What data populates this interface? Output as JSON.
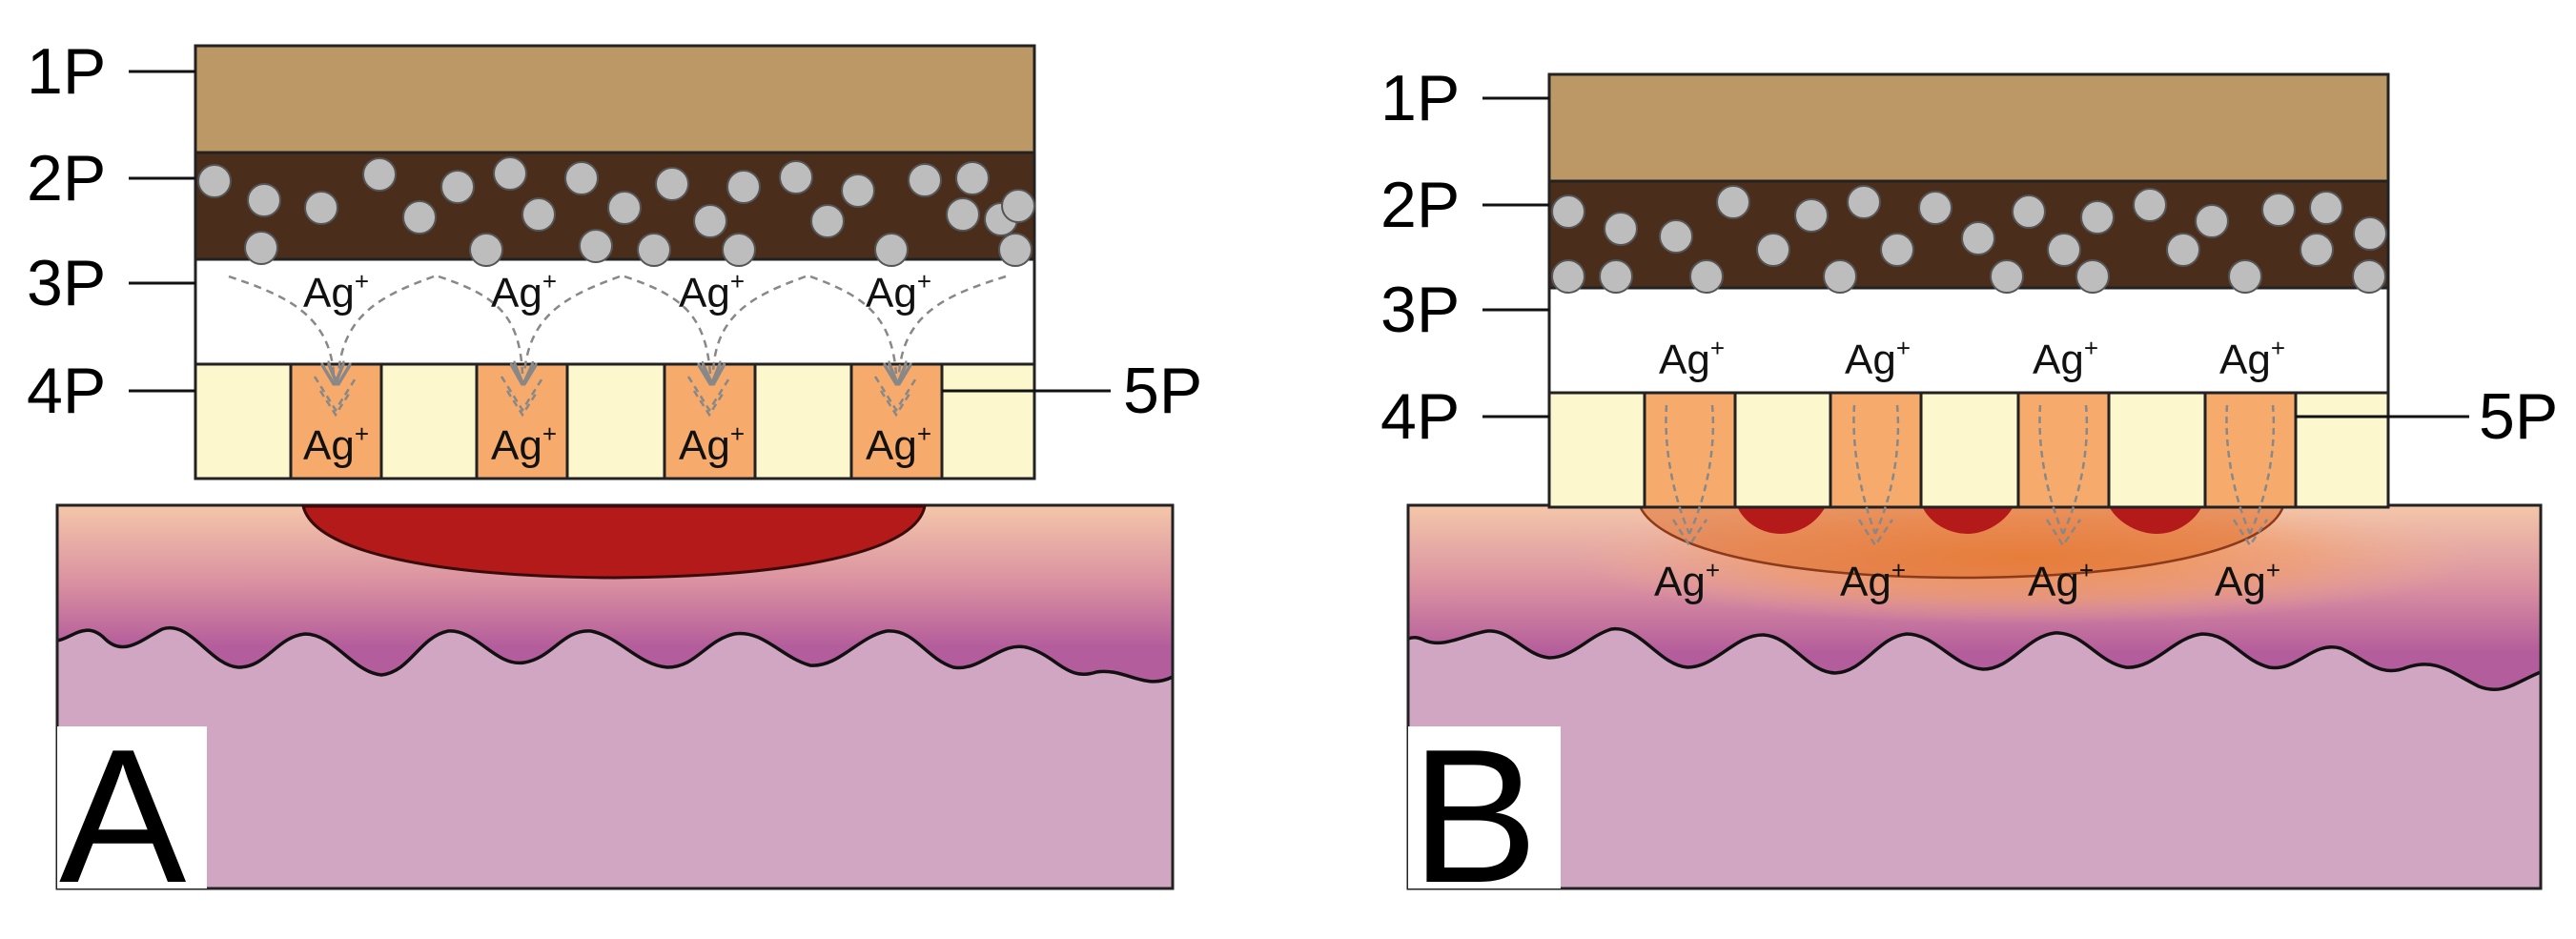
{
  "layer_labels": {
    "l1": "1P",
    "l2": "2P",
    "l3": "3P",
    "l4": "4P",
    "l5": "5P"
  },
  "ion_text": "Ag",
  "ion_charge": "+",
  "panels": [
    {
      "letter": "A"
    },
    {
      "letter": "B"
    }
  ],
  "colors": {
    "layer1": "#bc9867",
    "layer2": "#4b2d1c",
    "particle": "#bdbdbd",
    "layer4": "#fdf7ce",
    "cell5": "#f6ab6d",
    "wound": "#b51a1a",
    "skin_top": "#f4c5a6",
    "skin_mid": "#b960a0",
    "skin_deep": "#d1a6c3",
    "arrow": "#888888"
  }
}
